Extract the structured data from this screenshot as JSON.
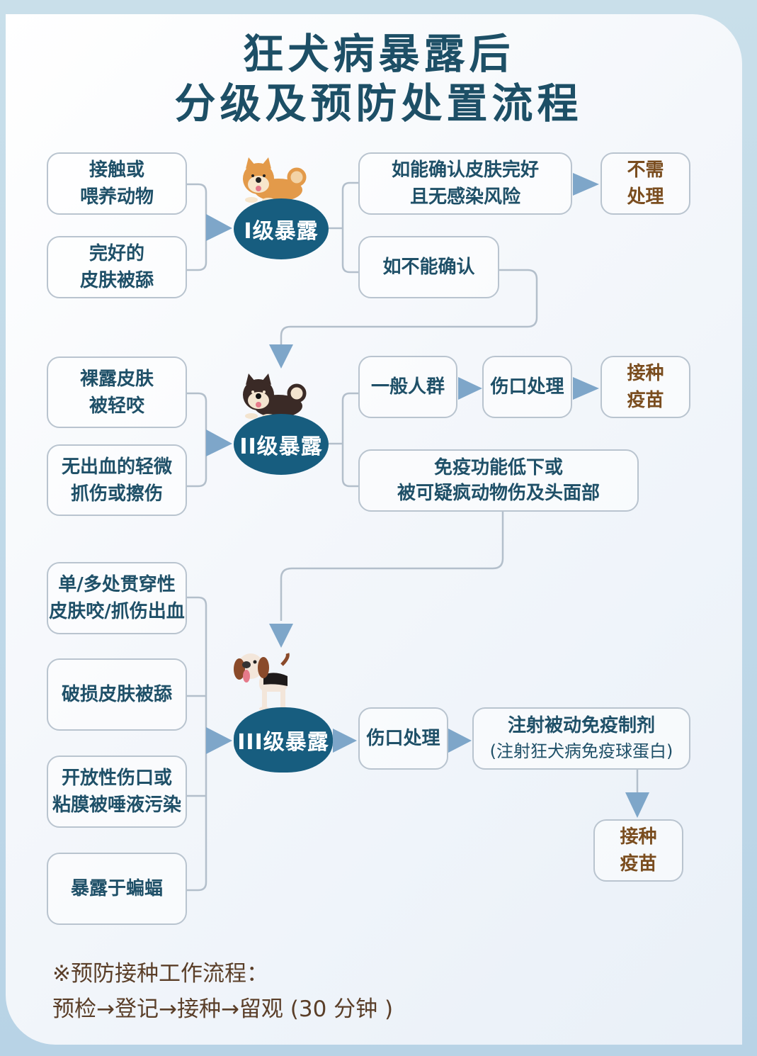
{
  "title": {
    "line1": "狂犬病暴露后",
    "line2": "分级及预防处置流程"
  },
  "colors": {
    "title": "#1d4f66",
    "node_fill": "#175d7f",
    "box_text": "#1f5068",
    "outcome_text": "#7a4d1f",
    "box_border": "#b9c4cf",
    "arrow": "#7ea6c9",
    "footer_text": "#5a3e28"
  },
  "level1": {
    "label": "I级暴露",
    "icon": "shiba-dog-icon",
    "conditions": [
      {
        "line1": "接触或",
        "line2": "喂养动物"
      },
      {
        "line1": "完好的",
        "line2": "皮肤被舔"
      }
    ],
    "branches": [
      {
        "line1": "如能确认皮肤完好",
        "line2": "且无感染风险"
      },
      {
        "line1": "如不能确认"
      }
    ],
    "outcome": {
      "line1": "不需",
      "line2": "处理"
    }
  },
  "level2": {
    "label": "II级暴露",
    "icon": "black-shiba-dog-icon",
    "conditions": [
      {
        "line1": "裸露皮肤",
        "line2": "被轻咬"
      },
      {
        "line1": "无出血的轻微",
        "line2": "抓伤或擦伤"
      }
    ],
    "branches": [
      {
        "line1": "一般人群"
      },
      {
        "line1": "免疫功能低下或",
        "line2": "被可疑疯动物伤及头面部"
      }
    ],
    "steps": [
      {
        "line1": "伤口处理"
      },
      {
        "line1": "接种",
        "line2": "疫苗"
      }
    ]
  },
  "level3": {
    "label": "III级暴露",
    "icon": "beagle-dog-icon",
    "conditions": [
      {
        "line1": "单/多处贯穿性",
        "line2": "皮肤咬/抓伤出血"
      },
      {
        "line1": "破损皮肤被舔"
      },
      {
        "line1": "开放性伤口或",
        "line2": "粘膜被唾液污染"
      },
      {
        "line1": "暴露于蝙蝠"
      }
    ],
    "steps": [
      {
        "line1": "伤口处理"
      },
      {
        "line1": "注射被动免疫制剂",
        "line2": "(注射狂犬病免疫球蛋白)"
      },
      {
        "line1": "接种",
        "line2": "疫苗"
      }
    ]
  },
  "footer": {
    "line1": "※预防接种工作流程：",
    "line2": "预检→登记→接种→留观 (30 分钟 )"
  }
}
